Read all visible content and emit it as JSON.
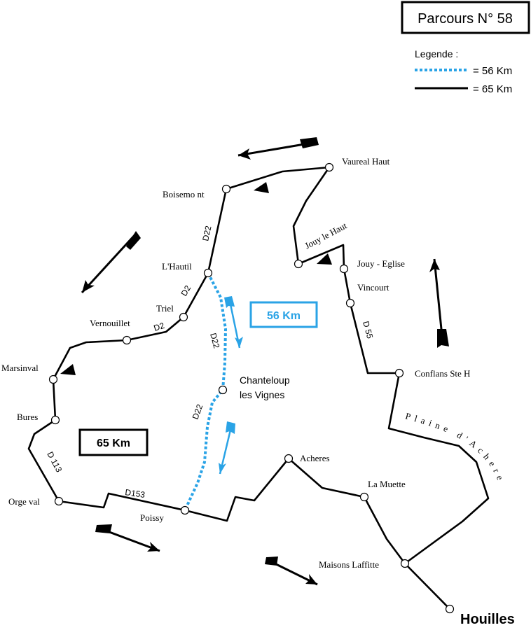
{
  "title": "Parcours N° 58",
  "legend": {
    "heading": "Legende :",
    "items": [
      {
        "label": "= 56 Km",
        "style": "dotted",
        "color": "#2aa3e6"
      },
      {
        "label": "= 65 Km",
        "style": "solid",
        "color": "#000000"
      }
    ]
  },
  "distance_labels": {
    "short": "56 Km",
    "long": "65 Km"
  },
  "places": {
    "vaureal_haut": "Vaureal  Haut",
    "boisemont": "Boisemo nt",
    "jouy_le_haut": "Jouy le Haut",
    "jouy_eglise": "Jouy - Eglise",
    "vincourt": "Vincourt",
    "lhautil": "L'Hautil",
    "triel": "Triel",
    "vernouillet": "Vernouillet",
    "marsinval": "Marsinval",
    "bures": "Bures",
    "orgeval": "Orge val",
    "poissy": "Poissy",
    "chanteloup_1": "Chanteloup",
    "chanteloup_2": "les Vignes",
    "conflans": "Conflans Ste H",
    "acheres": "Acheres",
    "la_muette": "La Muette",
    "maisons_laffitte": "Maisons Laffitte",
    "houilles": "Houilles"
  },
  "roads": {
    "d22_north": "D22",
    "d2_a": "D2",
    "d2_b": "D2",
    "d22_mid": "D22",
    "d22_south": "D22",
    "d55": "D 55",
    "d113": "D 113",
    "d153": "D153"
  },
  "area_label": "Plaine d'Acheres",
  "colors": {
    "route_short": "#2aa3e6",
    "route_long": "#000000"
  }
}
